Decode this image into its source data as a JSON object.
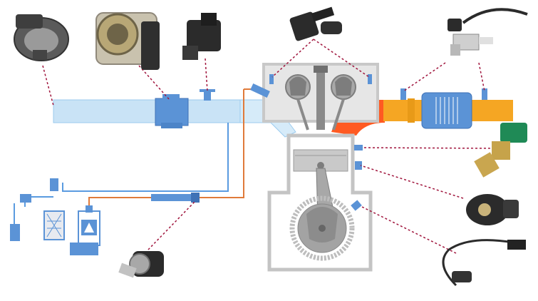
{
  "colors": {
    "intake": "#c9e3f6",
    "intake_edge": "#8cc0e8",
    "part_blue": "#5b93d6",
    "exhaust_orange": "#f5a623",
    "hot_red": "#ff3b1a",
    "engine_gray": "#b8b8b8",
    "leader": "#a0143c",
    "fuel_line_blue": "#5a9be0",
    "fuel_line_orange": "#e07a3a"
  },
  "components": [
    {
      "name": "mass-airflow-sensor-photo",
      "icon": "maf-sensor-icon"
    },
    {
      "name": "throttle-body-photo",
      "icon": "throttle-body-icon"
    },
    {
      "name": "map-sensor-photo",
      "icon": "map-sensor-icon"
    },
    {
      "name": "camshaft-sensor-photo",
      "icon": "camshaft-sensor-icon"
    },
    {
      "name": "oxygen-sensor-photo",
      "icon": "oxygen-sensor-icon"
    },
    {
      "name": "coolant-temp-sensor-photo",
      "icon": "coolant-sensor-icon"
    },
    {
      "name": "knock-sensor-photo",
      "icon": "knock-sensor-icon"
    },
    {
      "name": "crankshaft-sensor-photo",
      "icon": "crank-sensor-icon"
    },
    {
      "name": "fuel-pressure-sensor-photo",
      "icon": "fuel-pressure-sensor-icon"
    }
  ]
}
